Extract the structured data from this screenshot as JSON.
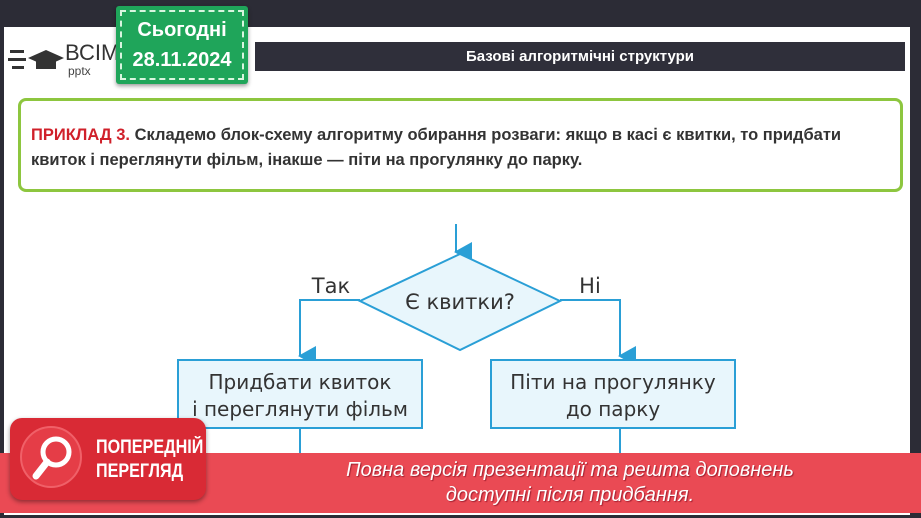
{
  "logo": {
    "name": "ВСІМ",
    "sub": "pptx"
  },
  "date": {
    "label": "Сьогодні",
    "value": "28.11.2024"
  },
  "header": {
    "title": "Базові алгоритмічні структури"
  },
  "example": {
    "label": "ПРИКЛАД 3.",
    "text": " Складемо блок-схему алгоритму обирання розваги: якщо в касі є квитки, то придбати квиток і переглянути фільм, інакше — піти на прогулянку до парку."
  },
  "flowchart": {
    "condition": "Є квитки?",
    "yes": "Так",
    "no": "Ні",
    "yes_action": [
      "Придбати квиток",
      "і переглянути фільм"
    ],
    "no_action": [
      "Піти на прогулянку",
      "до парку"
    ]
  },
  "preview": {
    "badge": [
      "ПОПЕРЕДНІЙ",
      "ПЕРЕГЛЯД"
    ],
    "message": [
      "Повна версія презентації та решта доповнень",
      "доступні після придбання."
    ]
  },
  "colors": {
    "accent_green": "#1fa55a",
    "border_green": "#8dc63f",
    "flow_stroke": "#2a9fd6",
    "flow_fill": "#e8f6fc",
    "banner": "#ea4a54"
  }
}
